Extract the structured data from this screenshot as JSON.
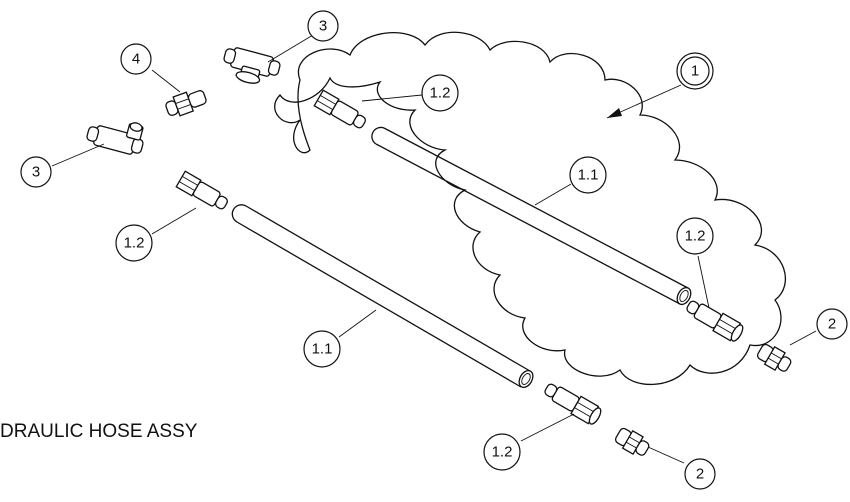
{
  "title": "DRAULIC HOSE ASSY",
  "balloons": [
    {
      "id": "b-1",
      "label": "1"
    },
    {
      "id": "b-3-top",
      "label": "3"
    },
    {
      "id": "b-4",
      "label": "4"
    },
    {
      "id": "b-3-left",
      "label": "3"
    },
    {
      "id": "b-1-2-upper",
      "label": "1.2"
    },
    {
      "id": "b-1-2-left",
      "label": "1.2"
    },
    {
      "id": "b-1-1-upper",
      "label": "1.1"
    },
    {
      "id": "b-1-1-lower",
      "label": "1.1"
    },
    {
      "id": "b-1-2-right",
      "label": "1.2"
    },
    {
      "id": "b-2-right",
      "label": "2"
    },
    {
      "id": "b-1-2-bottom",
      "label": "1.2"
    },
    {
      "id": "b-2-bottom",
      "label": "2"
    }
  ]
}
